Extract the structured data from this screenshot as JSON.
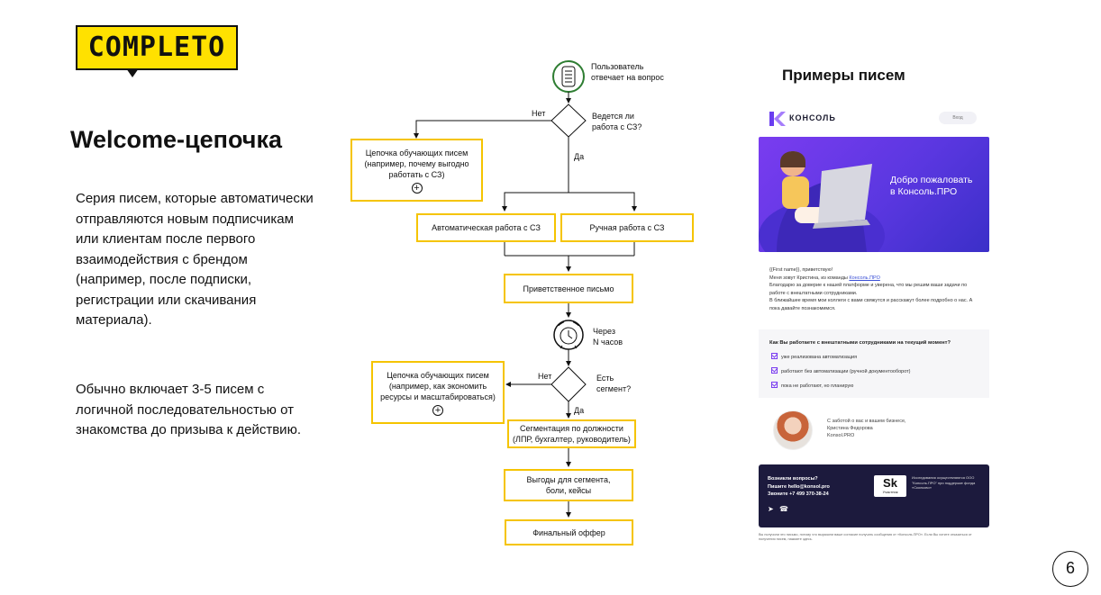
{
  "logo": {
    "text": "COMPLETO"
  },
  "left": {
    "title": "Welcome-цепочка",
    "desc1": "Серия писем, которые автоматически отправляются новым подписчикам или клиентам после первого взаимодействия с брендом (например, после подписки, регистрации или скачивания материала).",
    "desc2": "Обычно включает 3-5 писем с логичной последовательностью от знакомства до призыва к действию."
  },
  "flow": {
    "start_label": "Пользователь\nотвечает на вопрос",
    "d1_label": "Ведется ли\nработа с СЗ?",
    "d1_no": "Нет",
    "d1_yes": "Да",
    "box_training1": "Цепочка обучающих писем\n(например, почему выгодно\nработать с СЗ)",
    "box_auto": "Автоматическая работа с СЗ",
    "box_manual": "Ручная работа с СЗ",
    "box_welcome": "Приветственное письмо",
    "timer_label": "Через\nN часов",
    "d2_label": "Есть\nсегмент?",
    "d2_no": "Нет",
    "d2_yes": "Да",
    "box_training2": "Цепочка обучающих писем\n(например, как экономить\nресурсы и масштабироваться)",
    "box_segment": "Сегментация по должности\n(ЛПР, бухгалтер, руководитель)",
    "box_benefits": "Выгоды для сегмента,\nболи, кейсы",
    "box_final": "Финальный оффер"
  },
  "examples": {
    "title": "Примеры писем",
    "brand": "КОНСОЛЬ",
    "login": "Вход",
    "banner": "Добро пожаловать\nв Консоль.ПРО",
    "greet1": "{{First name}}, приветствую!",
    "greet2": "Меня зовут Кристина, из команды ",
    "greet_link": "Консоль.ПРО",
    "greet3": "Благодарю за доверие к нашей платформе и уверена, что мы решим ваши задачи по работе с внештатными сотрудниками.",
    "greet4": "В ближайшее время мои коллеги с вами свяжутся и расскажут более подробно о нас. А пока давайте познакомимся.",
    "survey_q": "Как Вы работаете с внештатными сотрудниками на текущий момент?",
    "opt1": "уже реализована автоматизация",
    "opt2": "работают без автоматизации (ручной документооборот)",
    "opt3": "пока не работают, но планирую",
    "sign1": "С заботой о вас и вашем бизнесе,",
    "sign2": "Кристина Федорова",
    "sign3": "Konsol.PRO",
    "fd1": "Возникли вопросы?",
    "fd2": "Пишите hello@konsol.pro",
    "fd3": "Звоните +7 499 370-38-24",
    "sk": "Sk",
    "sk_sub": "Участник",
    "fd_right": "Исследования осуществляются ООО \"Консоль.ПРО\" при поддержке фонда «Сколково»",
    "fine": "Вы получили это письмо, потому что выразили ваше согласие получать сообщения от «Консоль.ПРО». Если Вы хотите отказаться от получения писем, нажмите здесь."
  },
  "page_number": "6"
}
